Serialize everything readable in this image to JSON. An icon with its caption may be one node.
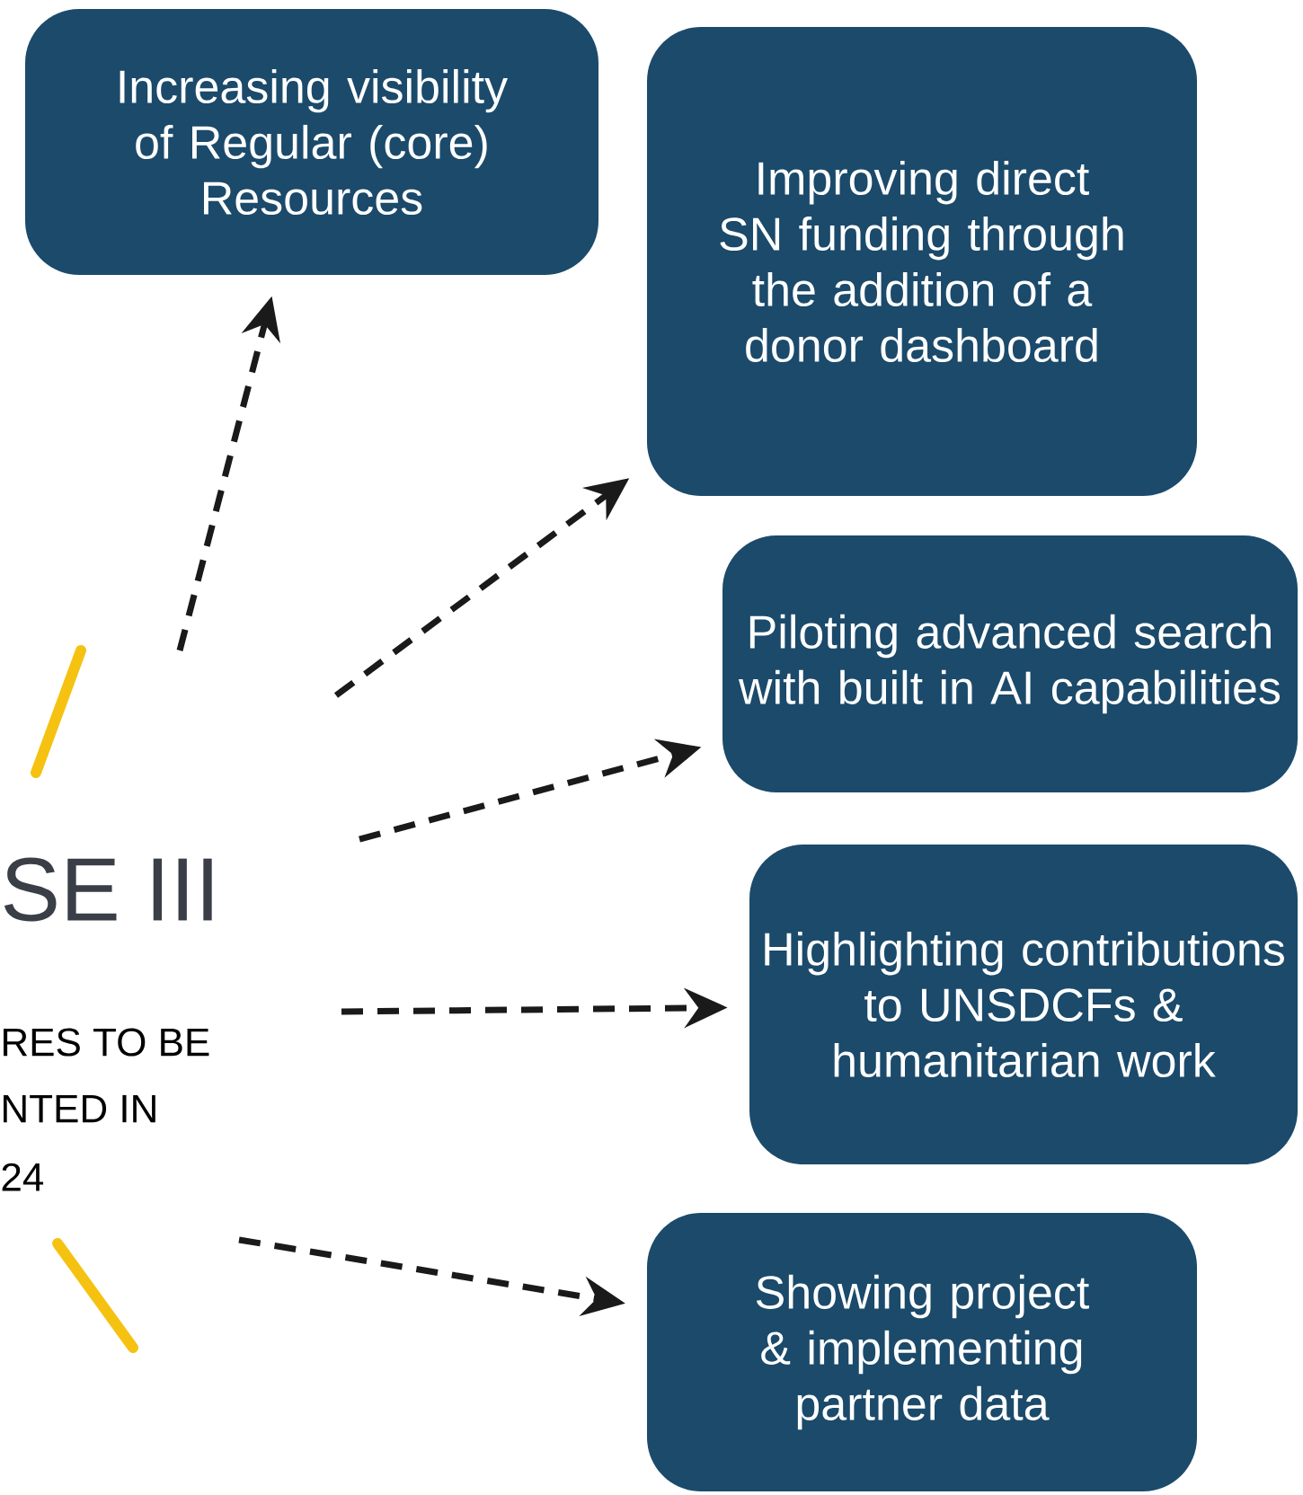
{
  "diagram": {
    "nodes": [
      {
        "text": [
          "Increasing visibility of Regular (core) Resources"
        ]
      },
      {
        "text": [
          "Improving direct SN funding through the addition of a donor dashboard"
        ]
      },
      {
        "text": [
          "Piloting advanced search with built in AI capabilities"
        ]
      },
      {
        "text": [
          "Highlighting contributions to UNSDCFs & humanitarian work"
        ]
      },
      {
        "text": [
          "Showing project & implementing partner data"
        ]
      }
    ],
    "edges": [
      {
        "from": null,
        "to": 0,
        "arrow": "to",
        "style": "dashed"
      },
      {
        "from": null,
        "to": 1,
        "arrow": "to",
        "style": "dashed"
      },
      {
        "from": null,
        "to": 2,
        "arrow": "to",
        "style": "dashed"
      },
      {
        "from": null,
        "to": 3,
        "arrow": "to",
        "style": "dashed"
      },
      {
        "from": null,
        "to": 4,
        "arrow": "to",
        "style": "dashed"
      }
    ],
    "labels": [
      "SE III",
      "RES TO BE",
      "NTED IN",
      "24"
    ]
  }
}
